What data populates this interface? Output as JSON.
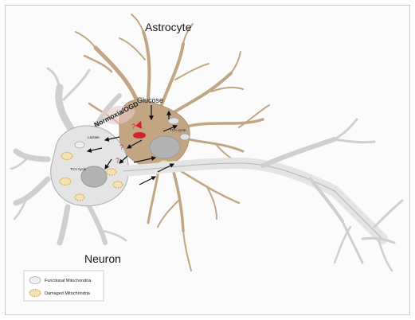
{
  "labels": {
    "astrocyte": "Astrocyte",
    "neuron": "Neuron",
    "condition": "Normoxia/OGD",
    "glucose": "Glucose",
    "tca_astro": "TCA cycle",
    "tca_neuron": "TCA cycle",
    "lactate": "Lactate",
    "question_1": "?",
    "question_2": "?",
    "question_3": "?"
  },
  "legend": {
    "functional": "Functional Mitochondria",
    "damaged": "Damaged Mitochondria"
  },
  "colors": {
    "astrocyte": "#c2a684",
    "neuron_fill": "#e4e4e4",
    "neuron_stroke": "#b5b5b5",
    "nucleus": "#b3b3b3",
    "damaged_mito": "#e0b04a",
    "accent_red": "#d2222c"
  }
}
